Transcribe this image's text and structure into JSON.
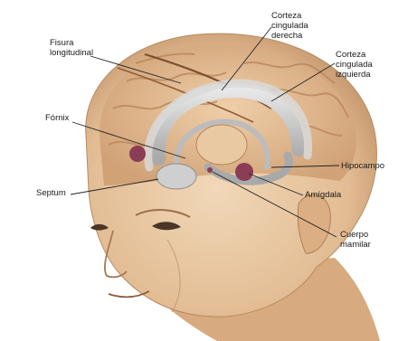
{
  "labels": {
    "fisura_longitudinal": "Fisura\nlongitudinal",
    "corteza_cingulada_derecha": "Corteza\ncingulada\nderecha",
    "corteza_cingulada_izquierda": "Corteza\ncingulada\nizquierda",
    "fornix": "Fórnix",
    "hipocampo": "Hipocampo",
    "septum": "Septum",
    "amigdala": "Amígdala",
    "cuerpo_mamilar": "Cuerpo\nmamilar"
  },
  "colors": {
    "skin": "#e9c9a4",
    "skin_shadow": "#c99b72",
    "brain": "#e3b98f",
    "brain_fold": "#b98459",
    "limbic": "#c9c9c9",
    "limbic_dark": "#8e8e8e",
    "nucleus": "#8a3d55",
    "leader": "#222222"
  }
}
